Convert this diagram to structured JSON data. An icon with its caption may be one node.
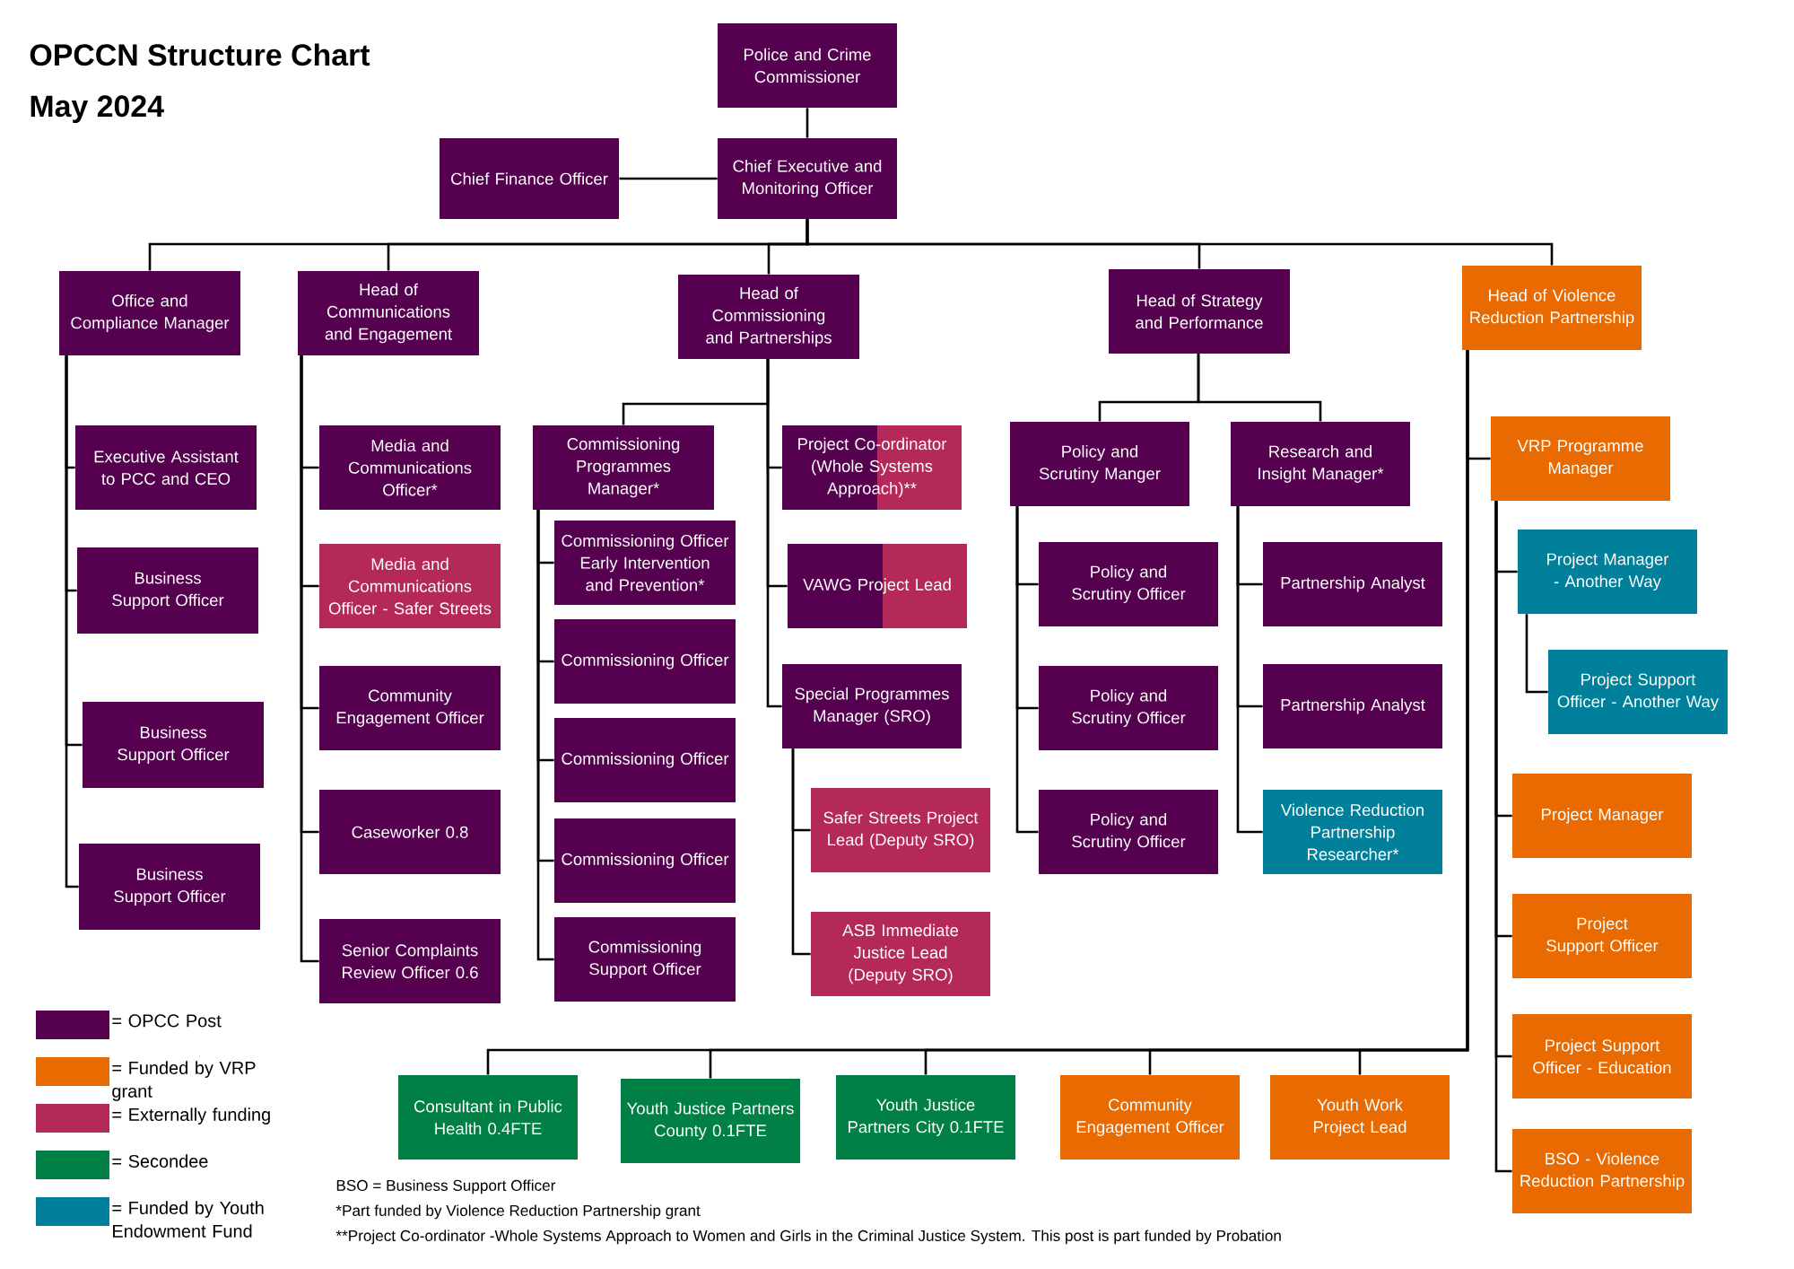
{
  "diagram": {
    "title": "OPCCN Structure Chart",
    "nodes": [
      {
        "text": [
          "Police and Crime Commissioner"
        ]
      },
      {
        "text": [
          "Chief Finance Officer"
        ]
      },
      {
        "text": [
          "Chief Executive and Monitoring Officer"
        ]
      },
      {
        "text": [
          "Office and Compliance Manager"
        ]
      },
      {
        "text": [
          "Head of Communications and Engagement"
        ]
      },
      {
        "text": [
          "Head of Commissioning and Partnerships"
        ]
      },
      {
        "text": [
          "Head of Strategy and Performance"
        ]
      },
      {
        "text": [
          "Head of Violence Reduction Partnership"
        ]
      },
      {
        "text": [
          "Executive Assistant to PCC and CEO"
        ]
      },
      {
        "text": [
          "Business Support Officer"
        ]
      },
      {
        "text": [
          "Business Support Officer"
        ]
      },
      {
        "text": [
          "Business Support Officer"
        ]
      },
      {
        "text": [
          "Media and Communications Officer*"
        ]
      },
      {
        "text": [
          "Media and Communications Officer - Safer Streets"
        ]
      },
      {
        "text": [
          "Community Engagement Officer"
        ]
      },
      {
        "text": [
          "Caseworker 0.8"
        ]
      },
      {
        "text": [
          "Senior Complaints Review Officer 0.6"
        ]
      },
      {
        "text": [
          "Commissioning Programmes Manager*"
        ]
      },
      {
        "text": [
          "Commissioning Officer Early Intervention and Prevention*"
        ]
      },
      {
        "text": [
          "Commissioning Officer"
        ]
      },
      {
        "text": [
          "Commissioning Officer"
        ]
      },
      {
        "text": [
          "Commissioning Officer"
        ]
      },
      {
        "text": [
          "Commissioning Support Officer"
        ]
      },
      {
        "text": [
          "Project Co-ordinator (Whole Systems Approach)**"
        ]
      },
      {
        "text": [
          "VAWG Project Lead"
        ]
      },
      {
        "text": [
          "Special Programmes Manager (SRO)"
        ]
      },
      {
        "text": [
          "Safer Streets Project Lead (Deputy SRO)"
        ]
      },
      {
        "text": [
          "ASB Immediate Justice Lead (Deputy SRO)"
        ]
      },
      {
        "text": [
          "Policy and Scrutiny Manger"
        ]
      },
      {
        "text": [
          "Research and Insight Manager*"
        ]
      },
      {
        "text": [
          "Policy and Scrutiny Officer"
        ]
      },
      {
        "text": [
          "Policy and Scrutiny Officer"
        ]
      },
      {
        "text": [
          "Policy and Scrutiny Officer"
        ]
      },
      {
        "text": [
          "Partnership Analyst"
        ]
      },
      {
        "text": [
          "Partnership Analyst"
        ]
      },
      {
        "text": [
          "Violence Reduction Partnership Researcher*"
        ]
      },
      {
        "text": [
          "VRP Programme Manager"
        ]
      },
      {
        "text": [
          "Project Manager - Another Way"
        ]
      },
      {
        "text": [
          "Project Support Officer - Another Way"
        ]
      },
      {
        "text": [
          "Project Manager"
        ]
      },
      {
        "text": [
          "Project Support Officer"
        ]
      },
      {
        "text": [
          "Project Support Officer - Education"
        ]
      },
      {
        "text": [
          "BSO - Violence Reduction Partnership"
        ]
      },
      {
        "text": [
          "Consultant in Public Health 0.4FTE"
        ]
      },
      {
        "text": [
          "Youth Justice Partners County 0.1FTE"
        ]
      },
      {
        "text": [
          "Youth Justice Partners City 0.1FTE"
        ]
      },
      {
        "text": [
          "Community Engagement Officer"
        ]
      },
      {
        "text": [
          "Youth Work Project Lead"
        ]
      }
    ],
    "edges": [
      {
        "from": 0,
        "to": 2,
        "arrow": "none"
      },
      {
        "from": 1,
        "to": 2,
        "arrow": "none"
      },
      {
        "from": 2,
        "to": 3,
        "arrow": "none"
      },
      {
        "from": 2,
        "to": 4,
        "arrow": "none"
      },
      {
        "from": 2,
        "to": 5,
        "arrow": "none"
      },
      {
        "from": 2,
        "to": 6,
        "arrow": "none"
      },
      {
        "from": 2,
        "to": 7,
        "arrow": "none"
      },
      {
        "from": 3,
        "to": 8,
        "arrow": "none"
      },
      {
        "from": 3,
        "to": 9,
        "arrow": "none"
      },
      {
        "from": 3,
        "to": 10,
        "arrow": "none"
      },
      {
        "from": 3,
        "to": 11,
        "arrow": "none"
      },
      {
        "from": 4,
        "to": 12,
        "arrow": "none"
      },
      {
        "from": 4,
        "to": 13,
        "arrow": "none"
      },
      {
        "from": 4,
        "to": 14,
        "arrow": "none"
      },
      {
        "from": 4,
        "to": 15,
        "arrow": "none"
      },
      {
        "from": 4,
        "to": 16,
        "arrow": "none"
      },
      {
        "from": 5,
        "to": 17,
        "arrow": "none"
      },
      {
        "from": 5,
        "to": 23,
        "arrow": "none"
      },
      {
        "from": 5,
        "to": 24,
        "arrow": "none"
      },
      {
        "from": 5,
        "to": 25,
        "arrow": "none"
      },
      {
        "from": 17,
        "to": 18,
        "arrow": "none"
      },
      {
        "from": 17,
        "to": 19,
        "arrow": "none"
      },
      {
        "from": 17,
        "to": 20,
        "arrow": "none"
      },
      {
        "from": 17,
        "to": 21,
        "arrow": "none"
      },
      {
        "from": 17,
        "to": 22,
        "arrow": "none"
      },
      {
        "from": 25,
        "to": 26,
        "arrow": "none"
      },
      {
        "from": 25,
        "to": 27,
        "arrow": "none"
      },
      {
        "from": 6,
        "to": 28,
        "arrow": "none"
      },
      {
        "from": 6,
        "to": 29,
        "arrow": "none"
      },
      {
        "from": 28,
        "to": 30,
        "arrow": "none"
      },
      {
        "from": 28,
        "to": 31,
        "arrow": "none"
      },
      {
        "from": 28,
        "to": 32,
        "arrow": "none"
      },
      {
        "from": 29,
        "to": 33,
        "arrow": "none"
      },
      {
        "from": 29,
        "to": 34,
        "arrow": "none"
      },
      {
        "from": 29,
        "to": 35,
        "arrow": "none"
      },
      {
        "from": 7,
        "to": 36,
        "arrow": "none"
      },
      {
        "from": 36,
        "to": 37,
        "arrow": "none"
      },
      {
        "from": 37,
        "to": 38,
        "arrow": "none"
      },
      {
        "from": 36,
        "to": 39,
        "arrow": "none"
      },
      {
        "from": 36,
        "to": 40,
        "arrow": "none"
      },
      {
        "from": 36,
        "to": 41,
        "arrow": "none"
      },
      {
        "from": 36,
        "to": 42,
        "arrow": "none"
      },
      {
        "from": 7,
        "to": 43,
        "arrow": "none"
      },
      {
        "from": 7,
        "to": 44,
        "arrow": "none"
      },
      {
        "from": 7,
        "to": 45,
        "arrow": "none"
      },
      {
        "from": 7,
        "to": 46,
        "arrow": "none"
      },
      {
        "from": 7,
        "to": 47,
        "arrow": "none"
      }
    ],
    "labels": [
      "May 2024",
      "BSO = Business Support Officer",
      "*Part funded by Violence Reduction Partnership grant",
      "**Project Co-ordinator -Whole Systems Approach to Women and Girls in the Criminal Justice System. This post is part funded by Probation"
    ],
    "legend": [
      {
        "text": "= OPCC Post",
        "color": "#560050"
      },
      {
        "text": "= Funded by VRP grant",
        "color": "#e86a00"
      },
      {
        "text": "= Externally funding",
        "color": "#b5295a"
      },
      {
        "text": "= Secondee",
        "color": "#008044"
      },
      {
        "text": "= Funded by Youth Endowment Fund",
        "color": "#00809a"
      }
    ]
  }
}
